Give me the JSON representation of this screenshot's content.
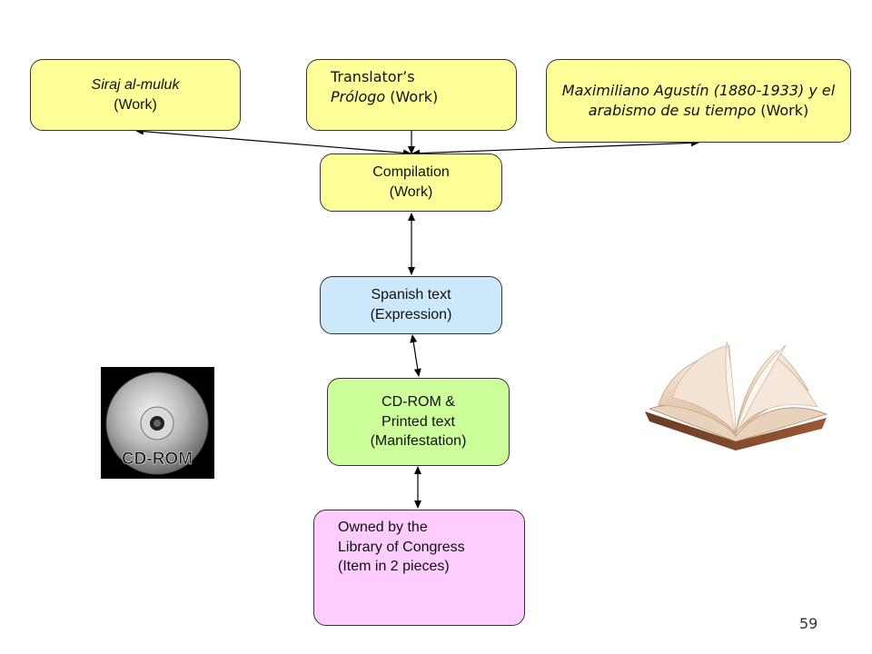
{
  "boxes": {
    "siraj": {
      "title": "Siraj al-muluk",
      "type": "(Work)"
    },
    "translator": {
      "line1": "Translator’s",
      "italic": "Prólogo",
      "rest": " (Work)"
    },
    "maximiliano": {
      "italic": "Maximiliano Agustín (1880-1933) y el arabismo de su tiempo",
      "rest": " (Work)"
    },
    "compilation": {
      "title": "Compilation",
      "type": "(Work)"
    },
    "spanish": {
      "title": "Spanish text",
      "type": "(Expression)"
    },
    "cdrom": {
      "line1": "CD-ROM &",
      "line2": "Printed text",
      "type": "(Manifestation)"
    },
    "owned": {
      "line1": "Owned by the",
      "line2": "Library of Congress",
      "line3": "(Item in 2 pieces)"
    }
  },
  "images": {
    "cd_label": "CD-ROM",
    "cd_icon": "cd-rom-disc-icon",
    "book_icon": "open-book-icon"
  },
  "page_number": "59",
  "colors": {
    "work": "#ffff99",
    "expression": "#cce9fb",
    "manifestation": "#ccff99",
    "item": "#ffccff"
  }
}
